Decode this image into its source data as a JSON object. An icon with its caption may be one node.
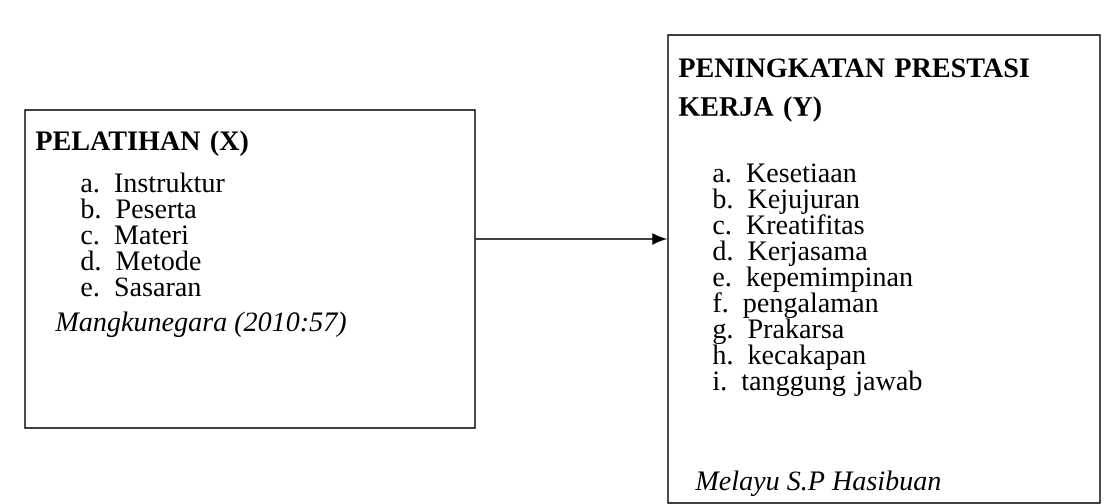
{
  "diagram": {
    "nodes": [
      {
        "text": [
          "PELATIHAN  (X)",
          "a. Instruktur",
          "b. Peserta",
          "c. Materi",
          "d. Metode",
          "e. Sasaran",
          "Mangkunegara (2010:57)"
        ]
      },
      {
        "text": [
          "PENINGKATAN PRESTASI KERJA (Y)",
          "a. Kesetiaan",
          "b. Kejujuran",
          "c. Kreatifitas",
          "d. Kerjasama",
          "e. kepemimpinan",
          "f. pengalaman",
          "g. Prakarsa",
          "h. kecakapan",
          "i. tanggung jawab",
          "Melayu S.P Hasibuan"
        ]
      }
    ],
    "edges": [
      {
        "from": 0,
        "to": 1,
        "arrow": "to"
      }
    ]
  }
}
